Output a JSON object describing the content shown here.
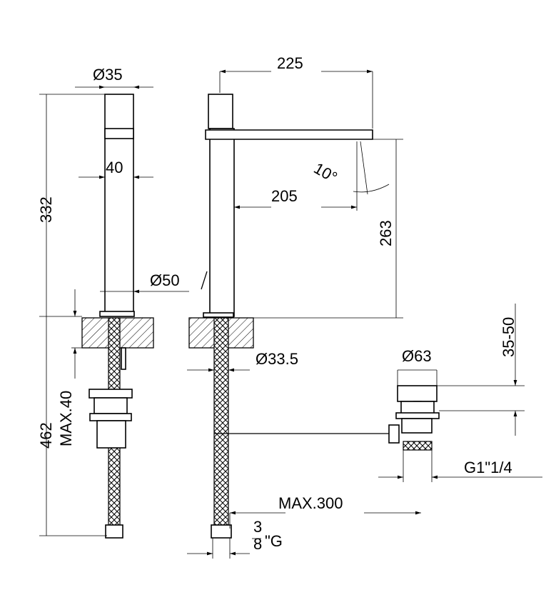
{
  "title": "Basin mixer technical drawing",
  "dimensions": {
    "d35": "Ø35",
    "w40": "40",
    "h332": "332",
    "d50": "Ø50",
    "w225": "225",
    "angle": "10°",
    "w205": "205",
    "h263": "263",
    "d33_5": "Ø33.5",
    "d63": "Ø63",
    "r35_50": "35-50",
    "max40": "MAX.40",
    "h462": "462",
    "g114": "G1\"1/4",
    "max300": "MAX.300",
    "g38_num": "3",
    "g38_den": "8",
    "g38_suffix": "\"G"
  }
}
